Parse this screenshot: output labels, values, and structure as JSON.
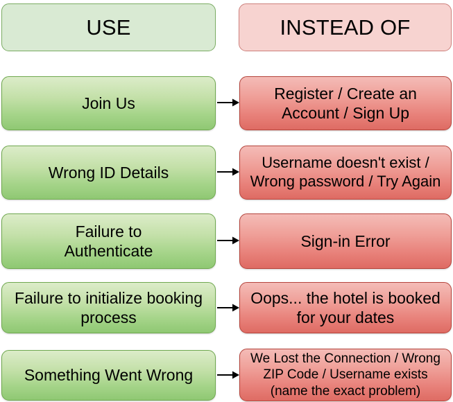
{
  "headers": {
    "left": "USE",
    "right": "INSTEAD OF"
  },
  "colors": {
    "header_green_fill": "#d9ead3",
    "header_green_border": "#7aab62",
    "header_red_fill": "#f7d3d0",
    "header_red_border": "#cc7f7b",
    "box_green_top": "#dcecc9",
    "box_green_bottom": "#8fc873",
    "box_green_border": "#6fa84f",
    "box_red_top": "#f4bcb7",
    "box_red_bottom": "#de6b63",
    "box_red_border": "#b5443c",
    "arrow": "#000000",
    "text": "#000000",
    "background": "#ffffff"
  },
  "rows": [
    {
      "use": "Join Us",
      "instead_of": "Register / Create an\nAccount / Sign Up"
    },
    {
      "use": "Wrong ID Details",
      "instead_of": "Username doesn't exist /\nWrong password / Try Again"
    },
    {
      "use": "Failure to\nAuthenticate",
      "instead_of": "Sign-in Error"
    },
    {
      "use": "Failure to initialize booking\nprocess",
      "instead_of": "Oops... the hotel is booked\nfor your dates"
    },
    {
      "use": "Something Went Wrong",
      "instead_of": "We Lost the Connection / Wrong\nZIP Code / Username exists\n(name the exact problem)"
    }
  ]
}
